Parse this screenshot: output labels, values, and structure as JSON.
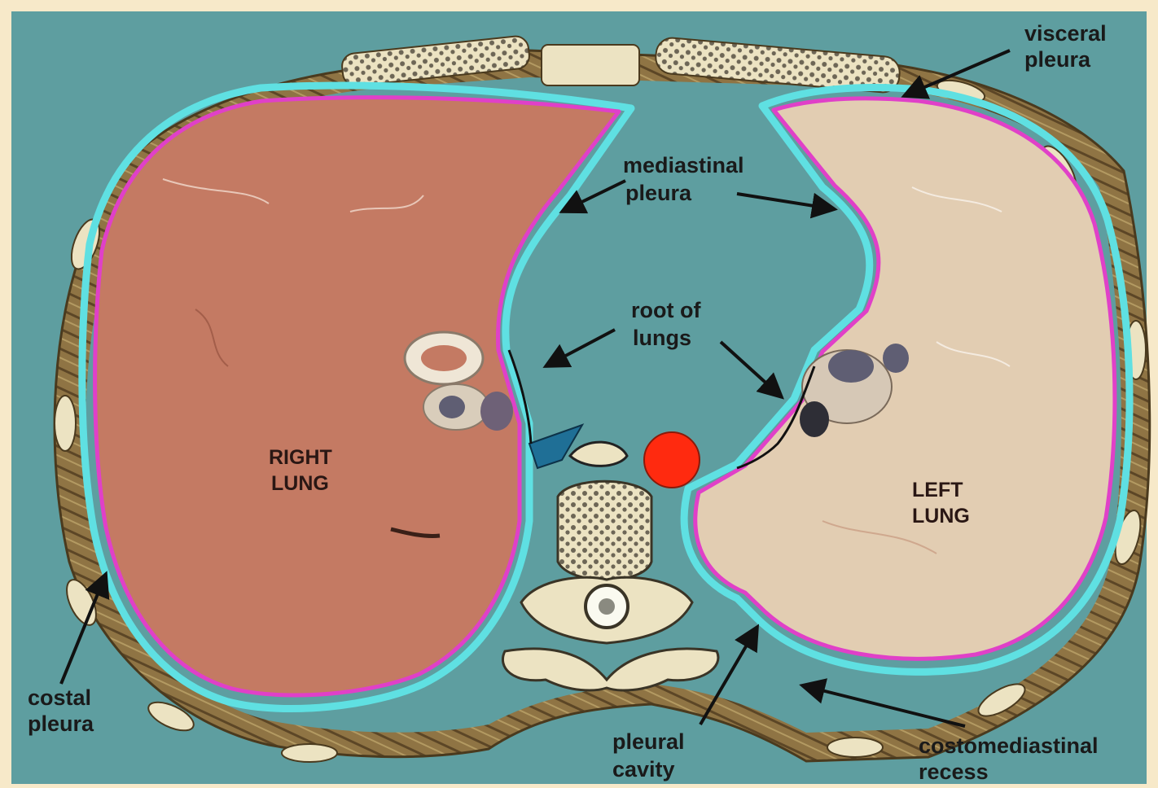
{
  "labels": {
    "visceral_pleura": [
      "visceral",
      "pleura"
    ],
    "mediastinal_pleura": [
      "mediastinal",
      "pleura"
    ],
    "root_of_lungs": [
      "root of",
      "lungs"
    ],
    "right_lung": [
      "RIGHT",
      "LUNG"
    ],
    "left_lung": [
      "LEFT",
      "LUNG"
    ],
    "costal_pleura": [
      "costal",
      "pleura"
    ],
    "pleural_cavity": [
      "pleural",
      "cavity"
    ],
    "costomediastinal_recess": [
      "costomediastinal",
      "recess"
    ]
  },
  "colors": {
    "frame": "#f7e9c9",
    "background": "#5e9ea0",
    "parietal_pleura": "#5fe0e2",
    "visceral_pleura": "#e040c8",
    "right_lung": "#c47a63",
    "left_lung": "#e2cdb2",
    "body_wall": "#8f7444",
    "bone": "#ece3c2",
    "aorta": "#ff2a0f",
    "arrow": "#111111"
  }
}
